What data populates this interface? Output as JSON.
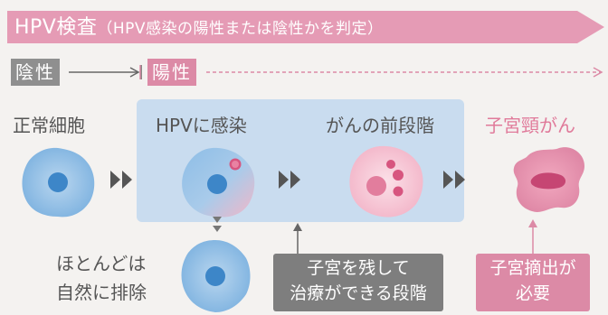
{
  "banner": {
    "title": "HPV検査",
    "subtitle": "（HPV感染の陽性または陰性かを判定）"
  },
  "status": {
    "negative": "陰性",
    "positive": "陽性"
  },
  "stages": {
    "normal": "正常細胞",
    "hpv": "HPVに感染",
    "precancer": "がんの前段階",
    "cancer": "子宮頸がん"
  },
  "outcomes": {
    "eliminated_line1": "ほとんどは",
    "eliminated_line2": "自然に排除",
    "treatable_line1": "子宮を残して",
    "treatable_line2": "治療ができる段階",
    "removal_line1": "子宮摘出が",
    "removal_line2": "必要"
  },
  "colors": {
    "pink": "#dc8aa6",
    "gray": "#8f8f8f",
    "blue_panel": "#c9dcef",
    "cell_blue": "#7fb3e0",
    "nucleus_blue": "#3d86c8"
  }
}
